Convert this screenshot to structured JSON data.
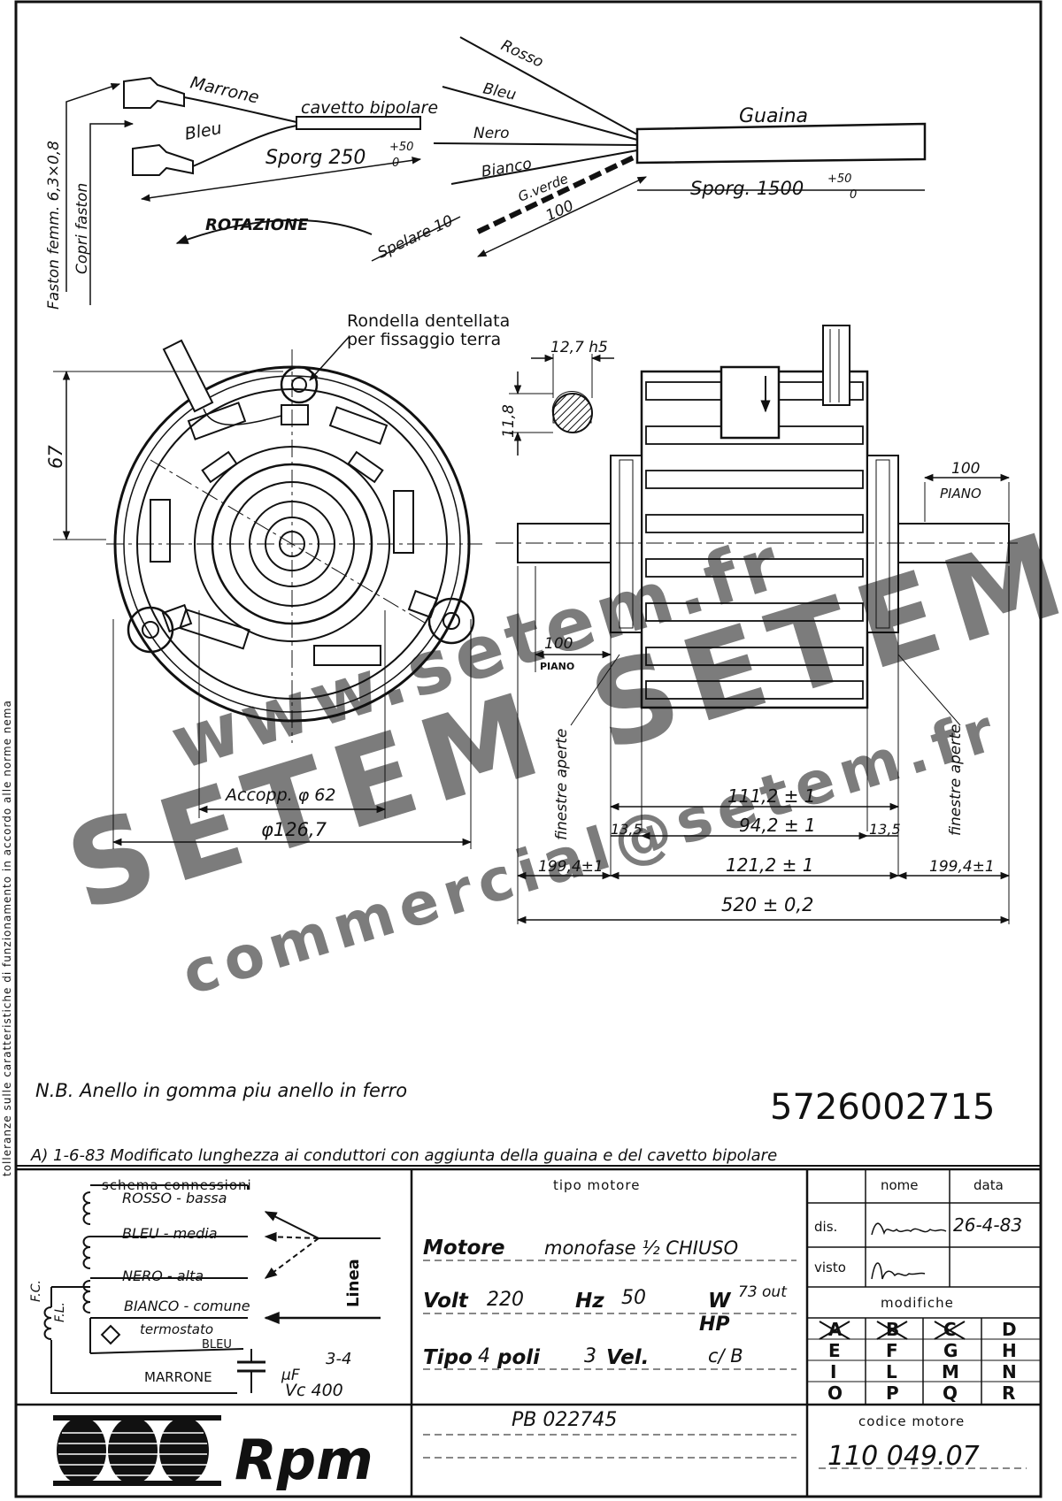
{
  "watermark": {
    "line1": "www.setem.fr",
    "line2": "SETEM SETEM",
    "line3": "commercial@setem.fr"
  },
  "side_note": "tolleranze sulle caratteristiche di funzionamento in accordo alle norme nema",
  "top": {
    "faston_femm": "Faston femm. 6,3×0,8",
    "copri_faston": "Copri faston",
    "marrone": "Marrone",
    "bleu_left": "Bleu",
    "cavetto": "cavetto bipolare",
    "sporg_250": "Sporg 250",
    "sporg_250_tol_top": "+50",
    "sporg_250_tol_bot": "0",
    "rotazione": "ROTAZIONE",
    "rosso": "Rosso",
    "bleu_right": "Bleu",
    "nero": "Nero",
    "bianco": "Bianco",
    "g_verde": "G.verde",
    "spelare": "Spelare 10",
    "len_100": "100",
    "guaina": "Guaina",
    "sporg_1500": "Sporg. 1500",
    "sporg_1500_tol_top": "+50",
    "sporg_1500_tol_bot": "0"
  },
  "front_view": {
    "rondella_line1": "Rondella dentellata",
    "rondella_line2": "per fissaggio terra",
    "dim_67": "67",
    "accopp": "Accopp. φ 62",
    "diam": "φ126,7"
  },
  "shaft_section": {
    "dim_127": "12,7 h5",
    "dim_118": "11,8"
  },
  "side_view": {
    "piano_100_value": "100",
    "piano_label": "PIANO",
    "piano_100_left_value": "100",
    "piano_left_label": "PIANO",
    "finestre_left": "finestre aperte",
    "finestre_right": "finestre aperte",
    "dim_1112": "111,2 ± 1",
    "dim_135_left": "13,5",
    "dim_942": "94,2 ± 1",
    "dim_135_right": "13,5",
    "dim_1994_left": "199,4±1",
    "dim_1212": "121,2 ± 1",
    "dim_1994_right": "199,4±1",
    "dim_520": "520 ± 0,2"
  },
  "notes": {
    "nb": "N.B. Anello in gomma piu anello in ferro",
    "part_number": "5726002715",
    "revision_a": "A) 1-6-83  Modificato lunghezza ai conduttori con aggiunta della guaina e del cavetto bipolare"
  },
  "schema": {
    "title": "schema connessioni",
    "rosso_bassa": "ROSSO - bassa",
    "bleu_media": "BLEU - media",
    "nero_alta": "NERO - alta",
    "bianco_comune": "BIANCO - comune",
    "termostato": "termostato",
    "bleu": "BLEU",
    "marrone": "MARRONE",
    "linea": "Linea",
    "fc": "F.C.",
    "fl": "F.L.",
    "cap_value": "3-4",
    "cap_unit": "μF",
    "vc": "Vc 400"
  },
  "tipo_motore": {
    "title": "tipo motore",
    "motore_label": "Motore",
    "motore_value": "monofase ½ CHIUSO",
    "volt_label": "Volt",
    "volt_value": "220",
    "hz_label": "Hz",
    "hz_value": "50",
    "w_label": "W",
    "w_value": "73 out",
    "hp_label": "HP",
    "tipo_label": "Tipo",
    "poli_value": "4",
    "poli_label": "poli",
    "vel_value": "3",
    "vel_label": "Vel.",
    "cb_value": "c/ B"
  },
  "title_block": {
    "nome": "nome",
    "data": "data",
    "dis": "dis.",
    "dis_date": "26-4-83",
    "visto": "visto",
    "modifiche": "modifiche",
    "mod_letters": [
      "A",
      "B",
      "C",
      "D",
      "E",
      "F",
      "G",
      "H",
      "I",
      "L",
      "M",
      "N",
      "O",
      "P",
      "Q",
      "R"
    ],
    "codice_motore_label": "codice motore",
    "codice_motore_value": "110 049.07"
  },
  "footer": {
    "drawing_number": "PB 022745",
    "brand": "Rpm"
  }
}
